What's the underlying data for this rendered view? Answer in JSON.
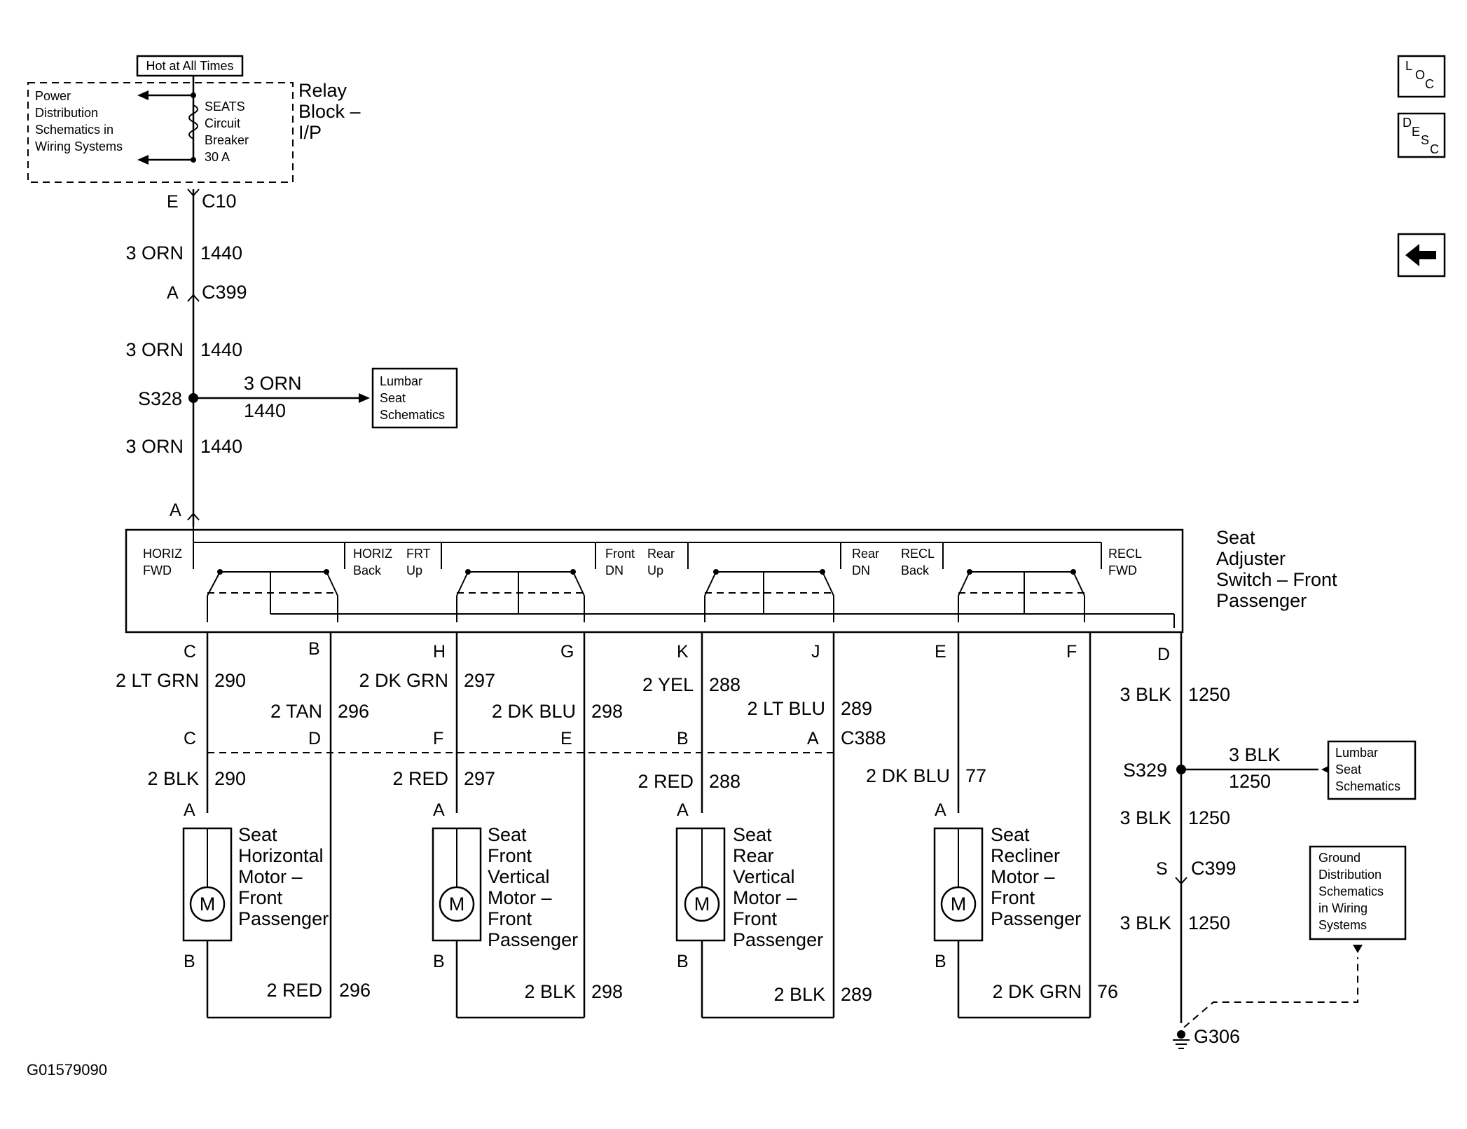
{
  "hot_label": "Hot at All Times",
  "power_dist": [
    "Power",
    "Distribution",
    "Schematics in",
    "Wiring Systems"
  ],
  "breaker": [
    "SEATS",
    "Circuit",
    "Breaker",
    "30 A"
  ],
  "relay_block": [
    "Relay",
    "Block –",
    "I/P"
  ],
  "buttons": {
    "loc": [
      "L",
      "O",
      "C"
    ],
    "desc": [
      "D",
      "E",
      "S",
      "C"
    ],
    "back_arrow": "arrow-left-icon"
  },
  "feed": {
    "c10_pin": "E",
    "c10": "C10",
    "w1_color": "3 ORN",
    "w1_circuit": "1440",
    "c399_pin": "A",
    "c399": "C399",
    "w2_color": "3 ORN",
    "w2_circuit": "1440",
    "s328": "S328",
    "branch_color": "3 ORN",
    "branch_circuit": "1440",
    "w3_color": "3 ORN",
    "w3_circuit": "1440",
    "switch_pin": "A"
  },
  "lumbar_top": [
    "Lumbar",
    "Seat",
    "Schematics"
  ],
  "switch_title": [
    "Seat",
    "Adjuster",
    "Switch – Front",
    "Passenger"
  ],
  "switch_labels": [
    "HORIZ",
    "FWD",
    "HORIZ",
    "Back",
    "FRT",
    "Up",
    "Front",
    "DN",
    "Rear",
    "Up",
    "Rear",
    "DN",
    "RECL",
    "Back",
    "RECL",
    "FWD"
  ],
  "upper_pins": [
    "C",
    "B",
    "H",
    "G",
    "K",
    "J",
    "E",
    "F",
    "D"
  ],
  "upper_wires": [
    {
      "color": "2 LT GRN",
      "circuit": "290"
    },
    {
      "color": "2 TAN",
      "circuit": "296"
    },
    {
      "color": "2 DK GRN",
      "circuit": "297"
    },
    {
      "color": "2 DK BLU",
      "circuit": "298"
    },
    {
      "color": "2 YEL",
      "circuit": "288"
    },
    {
      "color": "2 LT BLU",
      "circuit": "289"
    }
  ],
  "c388_pins": [
    "C",
    "D",
    "F",
    "E",
    "B",
    "A"
  ],
  "c388": "C388",
  "lower_wires": [
    {
      "color": "2 BLK",
      "circuit": "290"
    },
    {
      "color": "2 RED",
      "circuit": "297"
    },
    {
      "color": "2 RED",
      "circuit": "288"
    },
    {
      "color": "2 DK BLU",
      "circuit": "77"
    }
  ],
  "motor_pins": [
    "A",
    "B"
  ],
  "motors": [
    [
      "Seat",
      "Horizontal",
      "Motor –",
      "Front",
      "Passenger"
    ],
    [
      "Seat",
      "Front",
      "Vertical",
      "Motor –",
      "Front",
      "Passenger"
    ],
    [
      "Seat",
      "Rear",
      "Vertical",
      "Motor –",
      "Front",
      "Passenger"
    ],
    [
      "Seat",
      "Recliner",
      "Motor –",
      "Front",
      "Passenger"
    ]
  ],
  "motor_symbol": "M",
  "return_wires": [
    {
      "color": "2 RED",
      "circuit": "296"
    },
    {
      "color": "2 BLK",
      "circuit": "298"
    },
    {
      "color": "2 BLK",
      "circuit": "289"
    },
    {
      "color": "2 DK GRN",
      "circuit": "76"
    }
  ],
  "ground": {
    "g1_color": "3 BLK",
    "g1_circuit": "1250",
    "s329": "S329",
    "branch_color": "3 BLK",
    "branch_circuit": "1250",
    "g2_color": "3 BLK",
    "g2_circuit": "1250",
    "c399_pin": "S",
    "c399": "C399",
    "g3_color": "3 BLK",
    "g3_circuit": "1250",
    "g306": "G306"
  },
  "lumbar_bottom": [
    "Lumbar",
    "Seat",
    "Schematics"
  ],
  "ground_dist": [
    "Ground",
    "Distribution",
    "Schematics",
    "in Wiring",
    "Systems"
  ],
  "figure_id": "G01579090"
}
